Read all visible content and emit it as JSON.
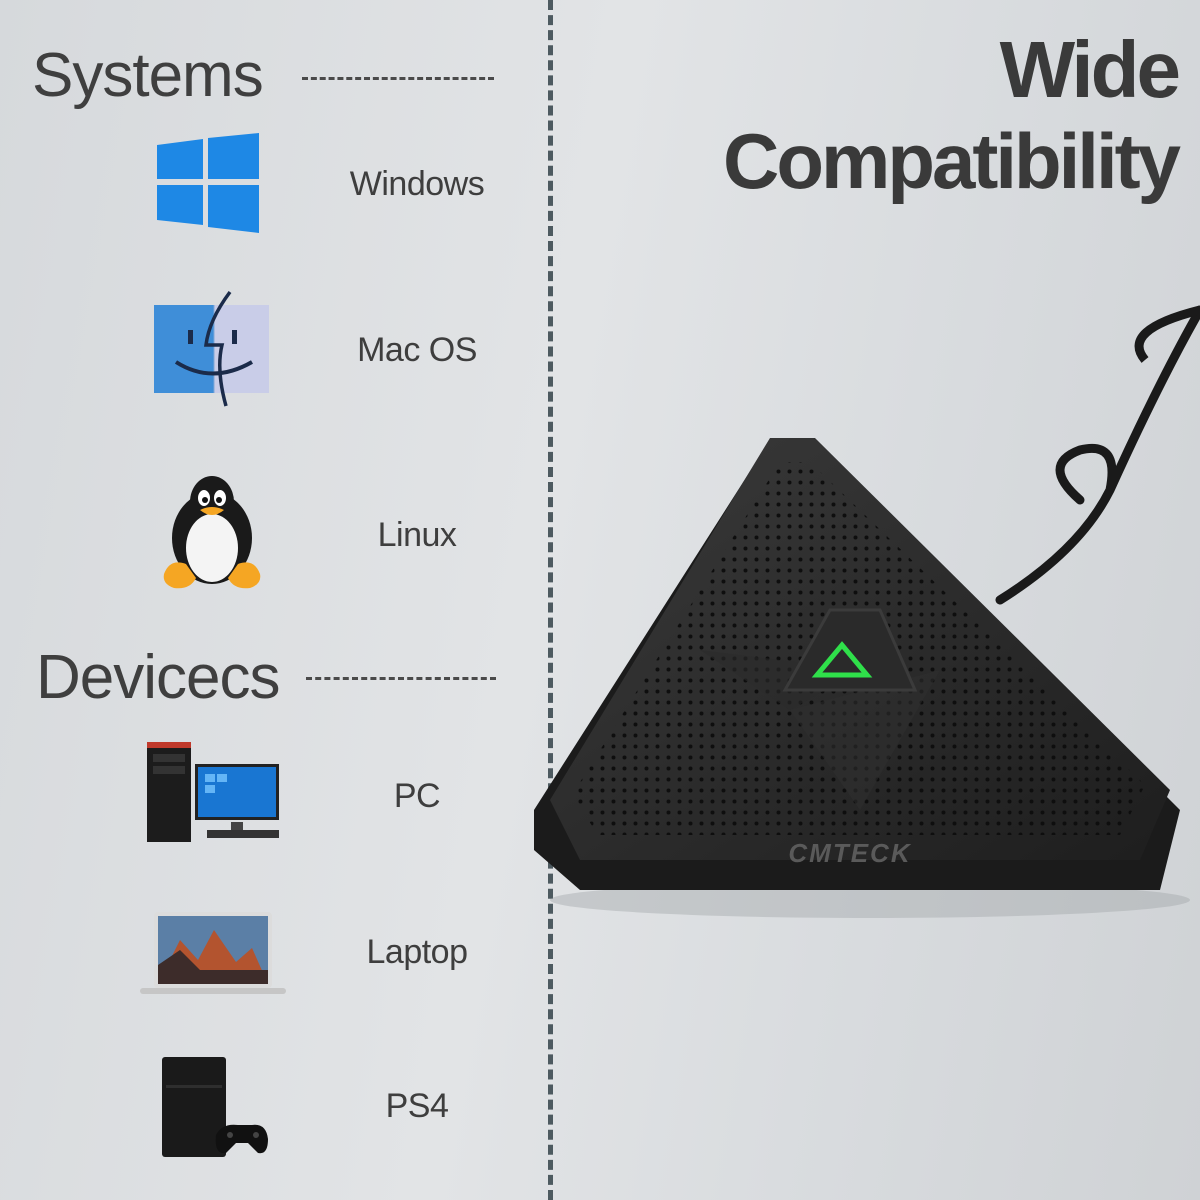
{
  "headline": {
    "line1": "Wide",
    "line2": "Compatibility"
  },
  "sections": {
    "systems": {
      "title": "Systems",
      "items": [
        {
          "label": "Windows",
          "icon": "windows-logo-icon"
        },
        {
          "label": "Mac OS",
          "icon": "mac-finder-icon"
        },
        {
          "label": "Linux",
          "icon": "linux-tux-icon"
        }
      ]
    },
    "devices": {
      "title": "Devicecs",
      "items": [
        {
          "label": "PC",
          "icon": "desktop-pc-icon"
        },
        {
          "label": "Laptop",
          "icon": "laptop-icon"
        },
        {
          "label": "PS4",
          "icon": "ps4-console-icon"
        }
      ]
    }
  },
  "product": {
    "brand": "CMTECK",
    "status_light_color": "#2fe04a",
    "body_color": "#262626"
  },
  "colors": {
    "divider": "#4d5a60",
    "windows_blue": "#1e88e5",
    "text": "#3e3e3e"
  }
}
